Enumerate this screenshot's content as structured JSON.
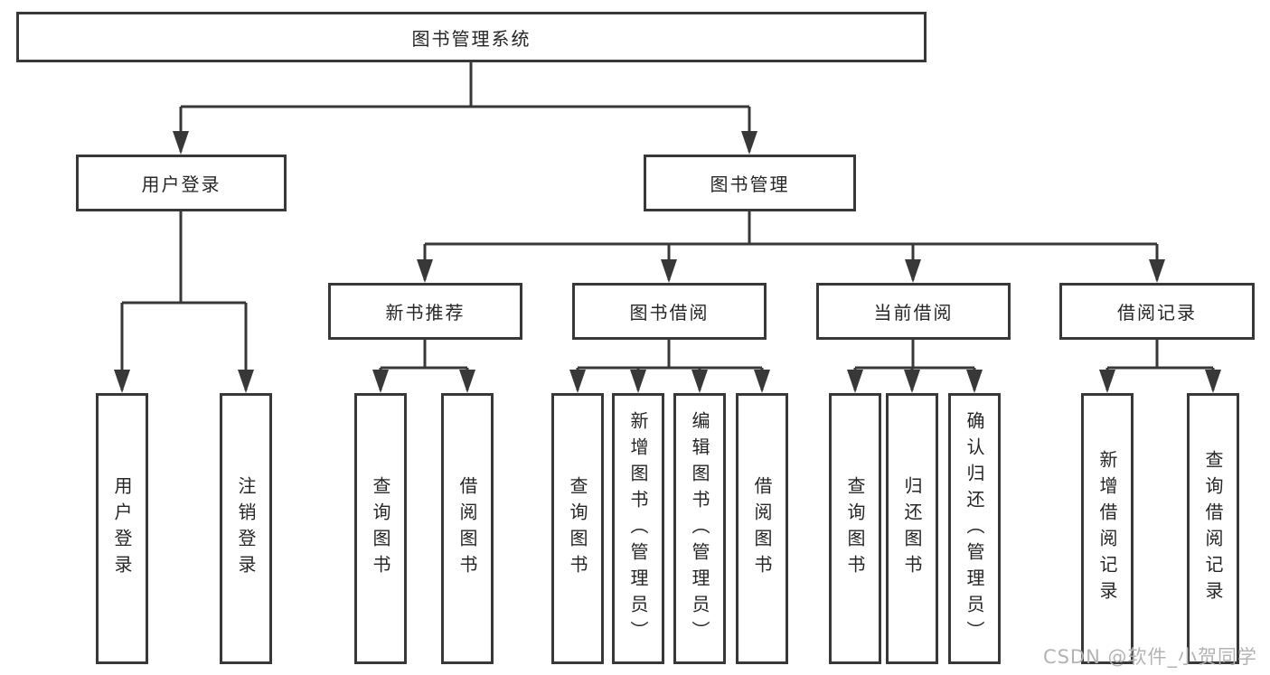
{
  "diagram": {
    "type": "hierarchy-tree",
    "tree": {
      "root": {
        "label": "图书管理系统"
      },
      "branches": [
        {
          "label": "用户登录",
          "children": [
            {
              "label": "用户登录"
            },
            {
              "label": "注销登录"
            }
          ]
        },
        {
          "label": "图书管理",
          "children": [
            {
              "label": "新书推荐",
              "children": [
                {
                  "label": "查询图书"
                },
                {
                  "label": "借阅图书"
                }
              ]
            },
            {
              "label": "图书借阅",
              "children": [
                {
                  "label": "查询图书"
                },
                {
                  "label": "新增图书（管理员）"
                },
                {
                  "label": "编辑图书（管理员）"
                },
                {
                  "label": "借阅图书"
                }
              ]
            },
            {
              "label": "当前借阅",
              "children": [
                {
                  "label": "查询图书"
                },
                {
                  "label": "归还图书"
                },
                {
                  "label": "确认归还（管理员）"
                }
              ]
            },
            {
              "label": "借阅记录",
              "children": [
                {
                  "label": "新增借阅记录"
                },
                {
                  "label": "查询借阅记录"
                }
              ]
            }
          ]
        }
      ]
    }
  },
  "watermark": {
    "text": "CSDN @软件_小贺同学"
  },
  "colors": {
    "line": "#383838",
    "box_border": "#383838",
    "box_background": "#ffffff",
    "text": "#262626",
    "watermark_text": "#b3b3b3",
    "page_background": "#ffffff"
  }
}
